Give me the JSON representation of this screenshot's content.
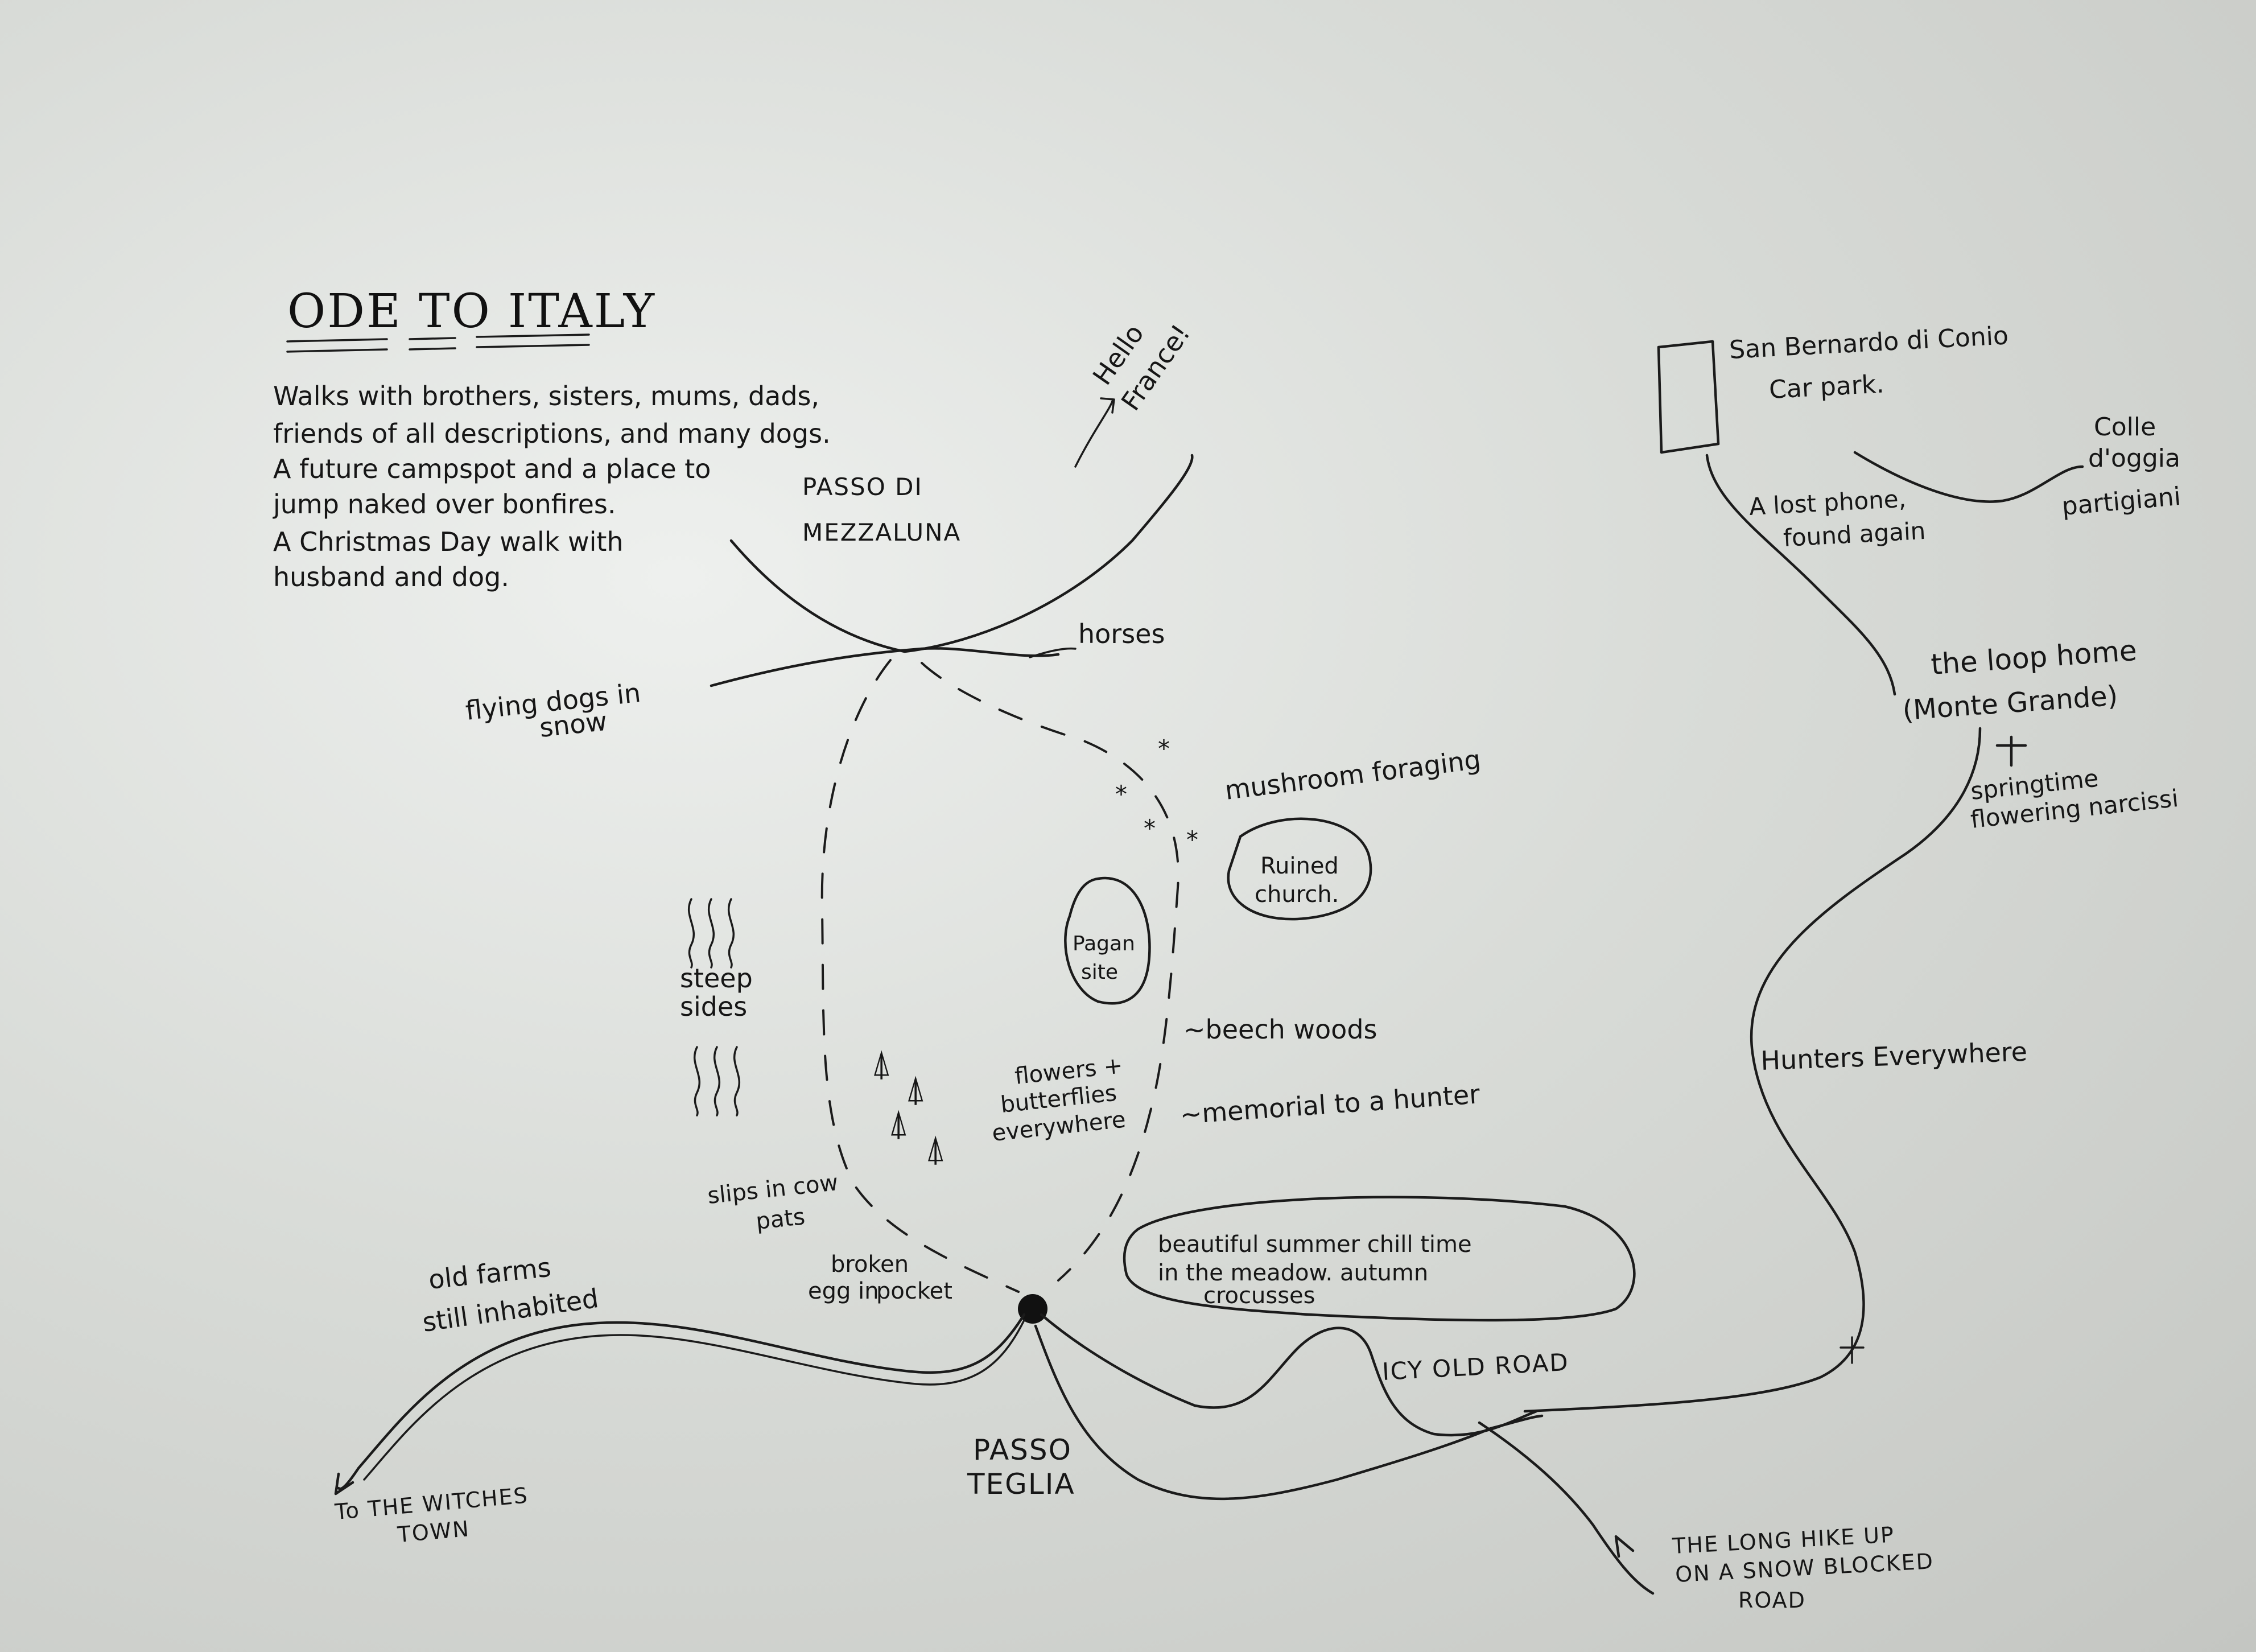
{
  "title": "ODE TO ITALY",
  "intro_lines": [
    "Walks with brothers, sisters, mums, dads,",
    "friends of all descriptions, and many dogs.",
    "A future campspot and a place to",
    "jump naked over bonfires.",
    "A Christmas Day walk with",
    "husband and dog."
  ],
  "places": {
    "passo_mezzaluna": [
      "PASSO   DI",
      "MEZZALUNA"
    ],
    "passo_teglia": [
      "PASSO",
      "TEGLIA"
    ],
    "san_bernardo": [
      "San Bernardo di Conio",
      "Car park."
    ],
    "colle": [
      "Colle",
      "d'oggia",
      "partigiani"
    ],
    "loop_home": [
      "the loop home",
      "(Monte Grande)"
    ]
  },
  "notes": {
    "hello_france": [
      "Hello",
      "France!"
    ],
    "horses": "horses",
    "flying_dogs": [
      "flying dogs in",
      "snow"
    ],
    "mushroom": "mushroom foraging",
    "ruined_church": [
      "Ruined",
      "church."
    ],
    "pagan_site": [
      "Pagan",
      "site"
    ],
    "steep_sides": [
      "steep",
      "sides"
    ],
    "beech_woods": "~beech woods",
    "flowers": [
      "flowers +",
      "butterflies",
      "everywhere"
    ],
    "memorial": "~memorial to a hunter",
    "slips": [
      "slips in cow",
      "pats"
    ],
    "broken_egg": [
      "broken",
      "egg in",
      "pocket"
    ],
    "summer_chill": [
      "beautiful summer chill time",
      "in the meadow. autumn",
      "crocusses"
    ],
    "old_farms": [
      "old farms",
      "still inhabited"
    ],
    "witches_town": [
      "To THE WITCHES",
      "TOWN"
    ],
    "icy_road": "ICY OLD ROAD",
    "long_hike": [
      "THE LONG HIKE UP",
      "ON A SNOW BLOCKED",
      "ROAD"
    ],
    "lost_phone": [
      "A lost phone,",
      "found again"
    ],
    "hunters": "Hunters Everywhere",
    "springtime": [
      "springtime",
      "flowering narcissi"
    ]
  }
}
